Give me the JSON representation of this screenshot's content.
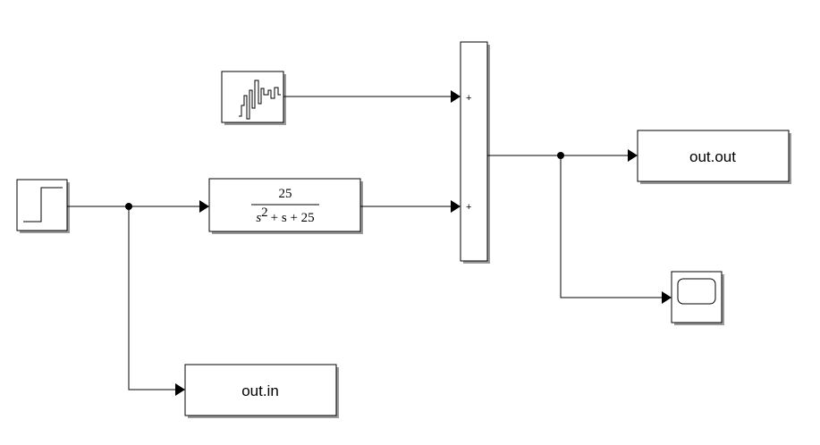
{
  "blocks": {
    "transfer_fcn": {
      "numerator": "25",
      "denominator": {
        "s_var": "s",
        "exponent": "2",
        "rest": "+ s + 25"
      }
    },
    "sum": {
      "port1_sign": "+",
      "port2_sign": "+"
    },
    "to_workspace_out": {
      "label": "out.out"
    },
    "to_workspace_in": {
      "label": "out.in"
    }
  }
}
